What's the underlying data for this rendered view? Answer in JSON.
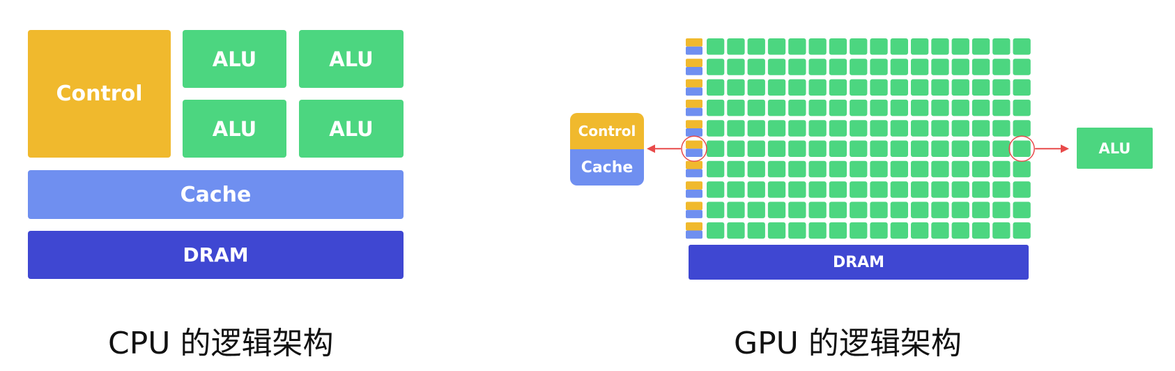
{
  "colors": {
    "control": "#f0b92d",
    "alu": "#4cd680",
    "cache": "#6f8ff0",
    "dram": "#3f47d2",
    "highlight": "#e84a4a"
  },
  "cpu": {
    "control_label": "Control",
    "alu_labels": [
      "ALU",
      "ALU",
      "ALU",
      "ALU"
    ],
    "cache_label": "Cache",
    "dram_label": "DRAM",
    "caption": "CPU 的逻辑架构"
  },
  "gpu": {
    "grid_rows": 10,
    "alu_columns": 16,
    "detail_control_label": "Control",
    "detail_cache_label": "Cache",
    "detail_alu_label": "ALU",
    "dram_label": "DRAM",
    "caption": "GPU 的逻辑架构"
  }
}
